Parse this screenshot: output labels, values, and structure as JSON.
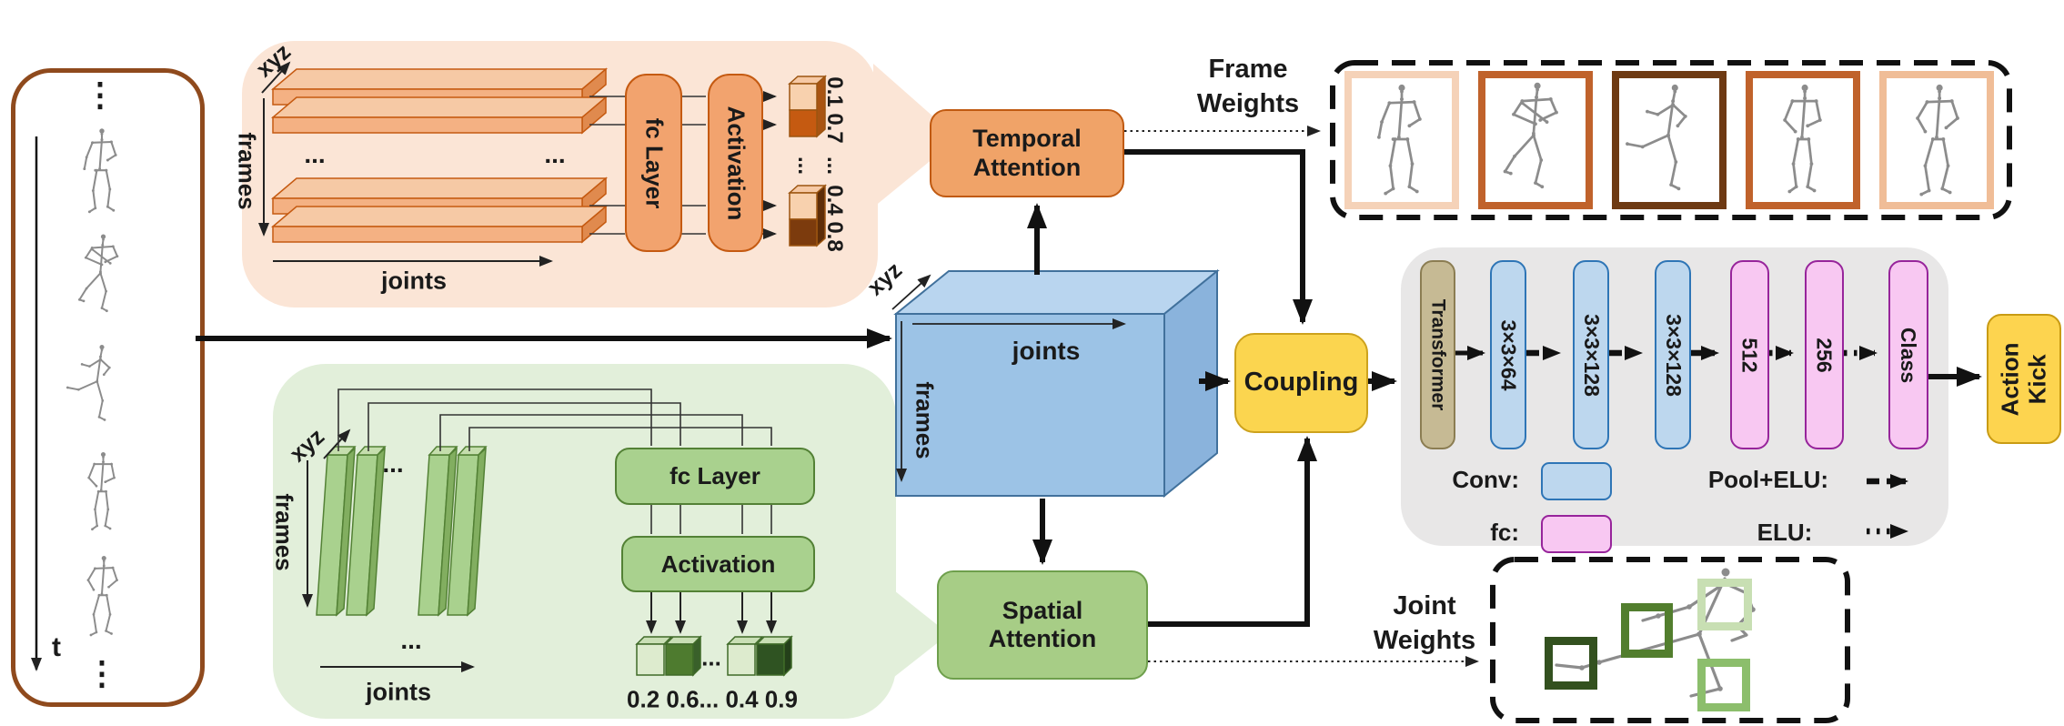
{
  "input_panel": {
    "ellipsis_top": "⋮",
    "time_label": "t",
    "ellipsis_bottom": "⋮"
  },
  "temporal_module": {
    "xyz_label": "xyz",
    "frames_label": "frames",
    "joints_label": "joints",
    "fc_label": "fc Layer",
    "activation_label": "Activation",
    "dots_left": "...",
    "dots_right": "...",
    "weight_pair_1": "0.1 0.7",
    "weight_pair_2": "0.4 0.8",
    "dots_cubes": "...",
    "dots_values": "..."
  },
  "spatial_module": {
    "xyz_label": "xyz",
    "frames_label": "frames",
    "joints_label": "joints",
    "fc_label": "fc Layer",
    "activation_label": "Activation",
    "dots_top": "...",
    "dots_bottom": "...",
    "dots_cubes": "...",
    "weights": "0.2 0.6... 0.4 0.9"
  },
  "tensor": {
    "xyz_label": "xyz",
    "frames_label": "frames",
    "joints_label": "joints"
  },
  "flow": {
    "temporal_attention": {
      "line1": "Temporal",
      "line2": "Attention"
    },
    "spatial_attention": {
      "line1": "Spatial",
      "line2": "Attention"
    },
    "coupling": "Coupling",
    "action": {
      "line1": "Action",
      "line2": "Kick"
    }
  },
  "frame_weights": {
    "label_line1": "Frame",
    "label_line2": "Weights",
    "frame_border_colors": [
      "#F5D2B8",
      "#C0622B",
      "#6E3A13",
      "#C0622B",
      "#F0BD97"
    ]
  },
  "joint_weights": {
    "label_line1": "Joint",
    "label_line2": "Weights",
    "square_colors": [
      "#33511F",
      "#527E2E",
      "#C8DFB3",
      "#8CBE6C"
    ]
  },
  "classifier": {
    "transformer_label": "Transformer",
    "layers": [
      {
        "label": "3×3×64",
        "type": "conv"
      },
      {
        "label": "3×3×128",
        "type": "conv"
      },
      {
        "label": "3×3×128",
        "type": "conv"
      },
      {
        "label": "512",
        "type": "fc"
      },
      {
        "label": "256",
        "type": "fc"
      },
      {
        "label": "Class",
        "type": "fc"
      }
    ],
    "legend": {
      "conv_label": "Conv:",
      "fc_label": "fc:",
      "pool_elu_label": "Pool+ELU:",
      "elu_label": "ELU:"
    }
  },
  "colors": {
    "orange_accent": "#C55A11",
    "orange_fill": "#F4B183",
    "orange_bg": "#FBE5D6",
    "green_accent": "#538135",
    "green_fill": "#A9D18E",
    "green_bg": "#E2EFDA",
    "blue_cube": "#9CC3E6",
    "yellow_block": "#FBD54F",
    "gray_bg": "#E8E7E7",
    "conv_fill": "#BDD7EE",
    "fc_fill": "#F8C8F2",
    "transformer_fill": "#C6BA94",
    "panel_border": "#8F4A1D",
    "skeleton_gray": "#8C8C8C"
  }
}
